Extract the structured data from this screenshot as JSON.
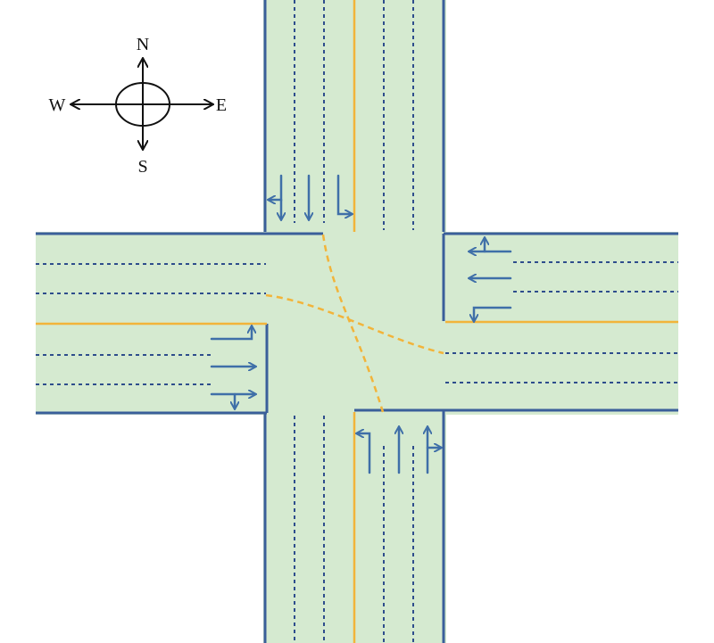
{
  "compass": {
    "north": "N",
    "south": "S",
    "east": "E",
    "west": "W"
  },
  "colors": {
    "road": "#d5ead0",
    "edge": "#3a5f9a",
    "lane_divider": "#2e4d8c",
    "center_line": "#f2b43a",
    "turn_path": "#f2b43a",
    "arrow": "#3f6fa8",
    "compass": "#111111"
  },
  "approaches": {
    "north": {
      "lane_movements": [
        "right-turn",
        "through",
        "left-turn"
      ]
    },
    "east": {
      "lane_movements": [
        "right-turn",
        "through",
        "left-turn"
      ]
    },
    "south": {
      "lane_movements": [
        "left-turn",
        "through",
        "right-turn"
      ]
    },
    "west": {
      "lane_movements": [
        "left-turn",
        "through",
        "right-turn"
      ]
    }
  }
}
